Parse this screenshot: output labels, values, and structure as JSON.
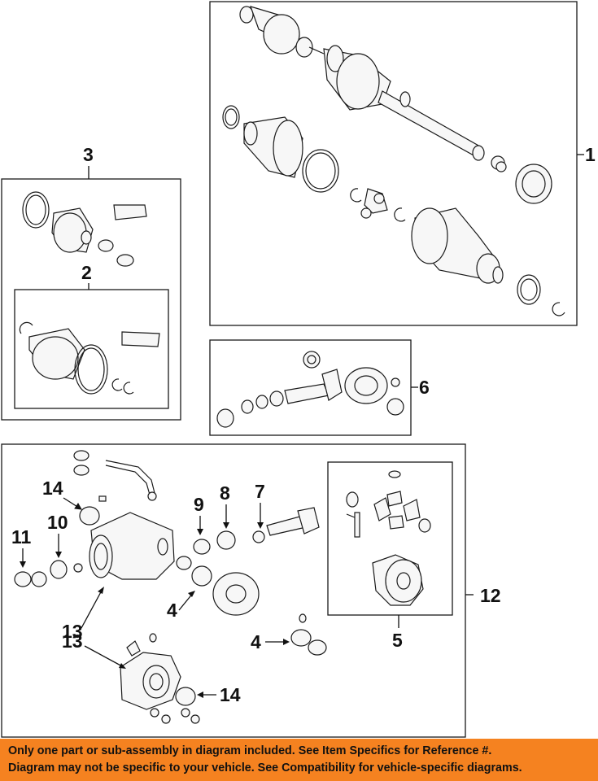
{
  "callouts": {
    "c1": "1",
    "c2": "2",
    "c3": "3",
    "c4a": "4",
    "c4b": "4",
    "c5": "5",
    "c6": "6",
    "c7": "7",
    "c8": "8",
    "c9": "9",
    "c10": "10",
    "c11": "11",
    "c12": "12",
    "c13a": "13",
    "c13b": "13",
    "c14a": "14",
    "c14b": "14"
  },
  "disclaimer": {
    "line1": "Only one part or sub-assembly in diagram included. See Item Specifics for Reference #.",
    "line2": "Diagram may not be specific to your vehicle. See Compatibility for vehicle-specific diagrams."
  },
  "colors": {
    "banner": "#f58220",
    "ink": "#1a1a1a"
  }
}
